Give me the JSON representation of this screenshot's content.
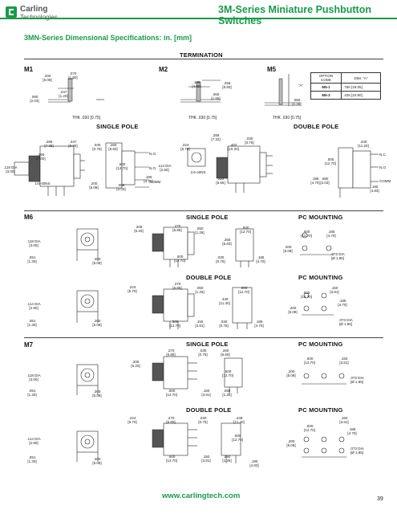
{
  "header": {
    "logo_line1": "Carling",
    "logo_line2": "Technologies",
    "title": "3M-Series Miniature Pushbutton Switches"
  },
  "subtitle": "3MN-Series Dimensional Specifications: in. [mm]",
  "termination": {
    "heading": "TERMINATION",
    "m1": "M1",
    "m2": "M2",
    "m5": "M5",
    "m1_dims": [
      ".200\n[5.08]",
      ".070\n[1.80]",
      ".080\n[2.03]",
      ".047\n[1.20]"
    ],
    "m2_dims": [
      ".188\n[4.80]",
      ".256\n[6.50]",
      ".060\n[1.55]"
    ],
    "m5_dims": [
      ".050\n[1.26]",
      "\"A\""
    ],
    "thk": [
      "THK .030 [0.75]",
      "THK .030 [0.75]",
      "THK .030 [0.75]"
    ],
    "option": {
      "col1": "OPTION\nCODE",
      "col2": "DIM. \"A\"",
      "rows": [
        [
          "M5-1",
          ".750 [19.05]"
        ],
        [
          "M5-3",
          ".425 [10.80]"
        ]
      ]
    }
  },
  "block1": {
    "single_pole": "SINGLE POLE",
    "double_pole": "DOUBLE POLE",
    "dims_left": [
      ".118 DIA\n[3.00]",
      ".265\n[7.00]",
      ".289\n[7.35]",
      ".347\n[8.80]",
      ".030\n[0.75]",
      ".260\n[6.60]",
      ".500\n[12.70]",
      ".185\n[4.70]",
      ".200\n[5.08]",
      ".080\n[2.03]",
      "1/4-40NS"
    ],
    "dims_right": [
      ".114 DIA\n[2.90]",
      ".224\n[5.70]",
      ".288\n[7.32]",
      ".402\n[10.20]",
      ".030\n[0.75]",
      ".440\n[11.20]",
      ".500\n[12.70]",
      ".185\n[4.70]",
      ".222\n[5.65]",
      ".080\n[2.03]",
      "1/4-40NS",
      ".190\n[4.83]"
    ],
    "labels": [
      "N.O.",
      "N.O.",
      "COMM",
      "N.C.",
      "N.O.",
      "COMM"
    ]
  },
  "m6": {
    "label": "M6",
    "single": {
      "heading": "SINGLE POLE",
      "pc": "PC MOUNTING",
      "dims": [
        ".118 DIA\n[3.00]",
        ".051\n[1.30]",
        ".205\n[5.20]",
        ".200\n[5.08]",
        ".270\n[6.85]",
        ".050\n[1.26]",
        ".500\n[12.70]",
        ".260\n[6.60]",
        ".500\n[12.70]",
        ".030\n[0.75]",
        ".185\n[4.70]",
        ".200\n[5.08]",
        ".500\n[12.70]",
        ".185\n[4.70]",
        ".073 DIA\n[Ø 1.85]"
      ]
    },
    "double": {
      "heading": "DOUBLE POLE",
      "pc": "PC MOUNTING",
      "dims": [
        ".114 DIA\n[2.90]",
        ".051\n[1.30]",
        ".224\n[5.70]",
        ".200\n[5.08]",
        ".270\n[6.85]",
        ".050\n[1.26]",
        ".500\n[12.70]",
        ".150\n[3.81]",
        ".449\n[11.40]",
        ".500\n[12.70]",
        ".030\n[0.75]",
        ".185\n[4.70]",
        ".200\n[5.08]",
        ".500\n[12.70]",
        ".150\n[3.81]",
        ".185\n[4.70]",
        ".073 DIA\n[Ø 1.85]"
      ]
    }
  },
  "m7": {
    "label": "M7",
    "single": {
      "heading": "SINGLE POLE",
      "pc": "PC MOUNTING",
      "dims": [
        ".118 DIA\n[3.00]",
        ".051\n[1.30]",
        ".205\n[5.20]",
        ".200\n[5.08]",
        ".270\n[6.85]",
        ".030\n[0.75]",
        ".260\n[6.60]",
        ".500\n[12.70]",
        ".500\n[12.70]",
        ".150\n[3.81]",
        ".050\n[1.26]",
        ".200\n[5.08]",
        ".500\n[12.70]",
        ".150\n[3.81]",
        ".073 DIA\n[Ø 1.85]"
      ]
    },
    "double": {
      "heading": "DOUBLE POLE",
      "pc": "PC MOUNTING",
      "dims": [
        ".114 DIA\n[2.90]",
        ".051\n[1.30]",
        ".224\n[5.70]",
        ".200\n[5.08]",
        ".270\n[6.85]",
        ".030\n[0.75]",
        ".449\n[11.40]",
        ".500\n[12.70]",
        ".500\n[12.70]",
        ".150\n[3.81]",
        ".050\n[1.26]",
        ".190\n[4.83]",
        ".200\n[5.08]",
        ".500\n[12.70]",
        ".150\n[3.81]",
        ".185\n[4.70]",
        ".073 DIA\n[Ø 1.85]"
      ]
    }
  },
  "footer": {
    "url": "www.carlingtech.com",
    "page": "39"
  }
}
